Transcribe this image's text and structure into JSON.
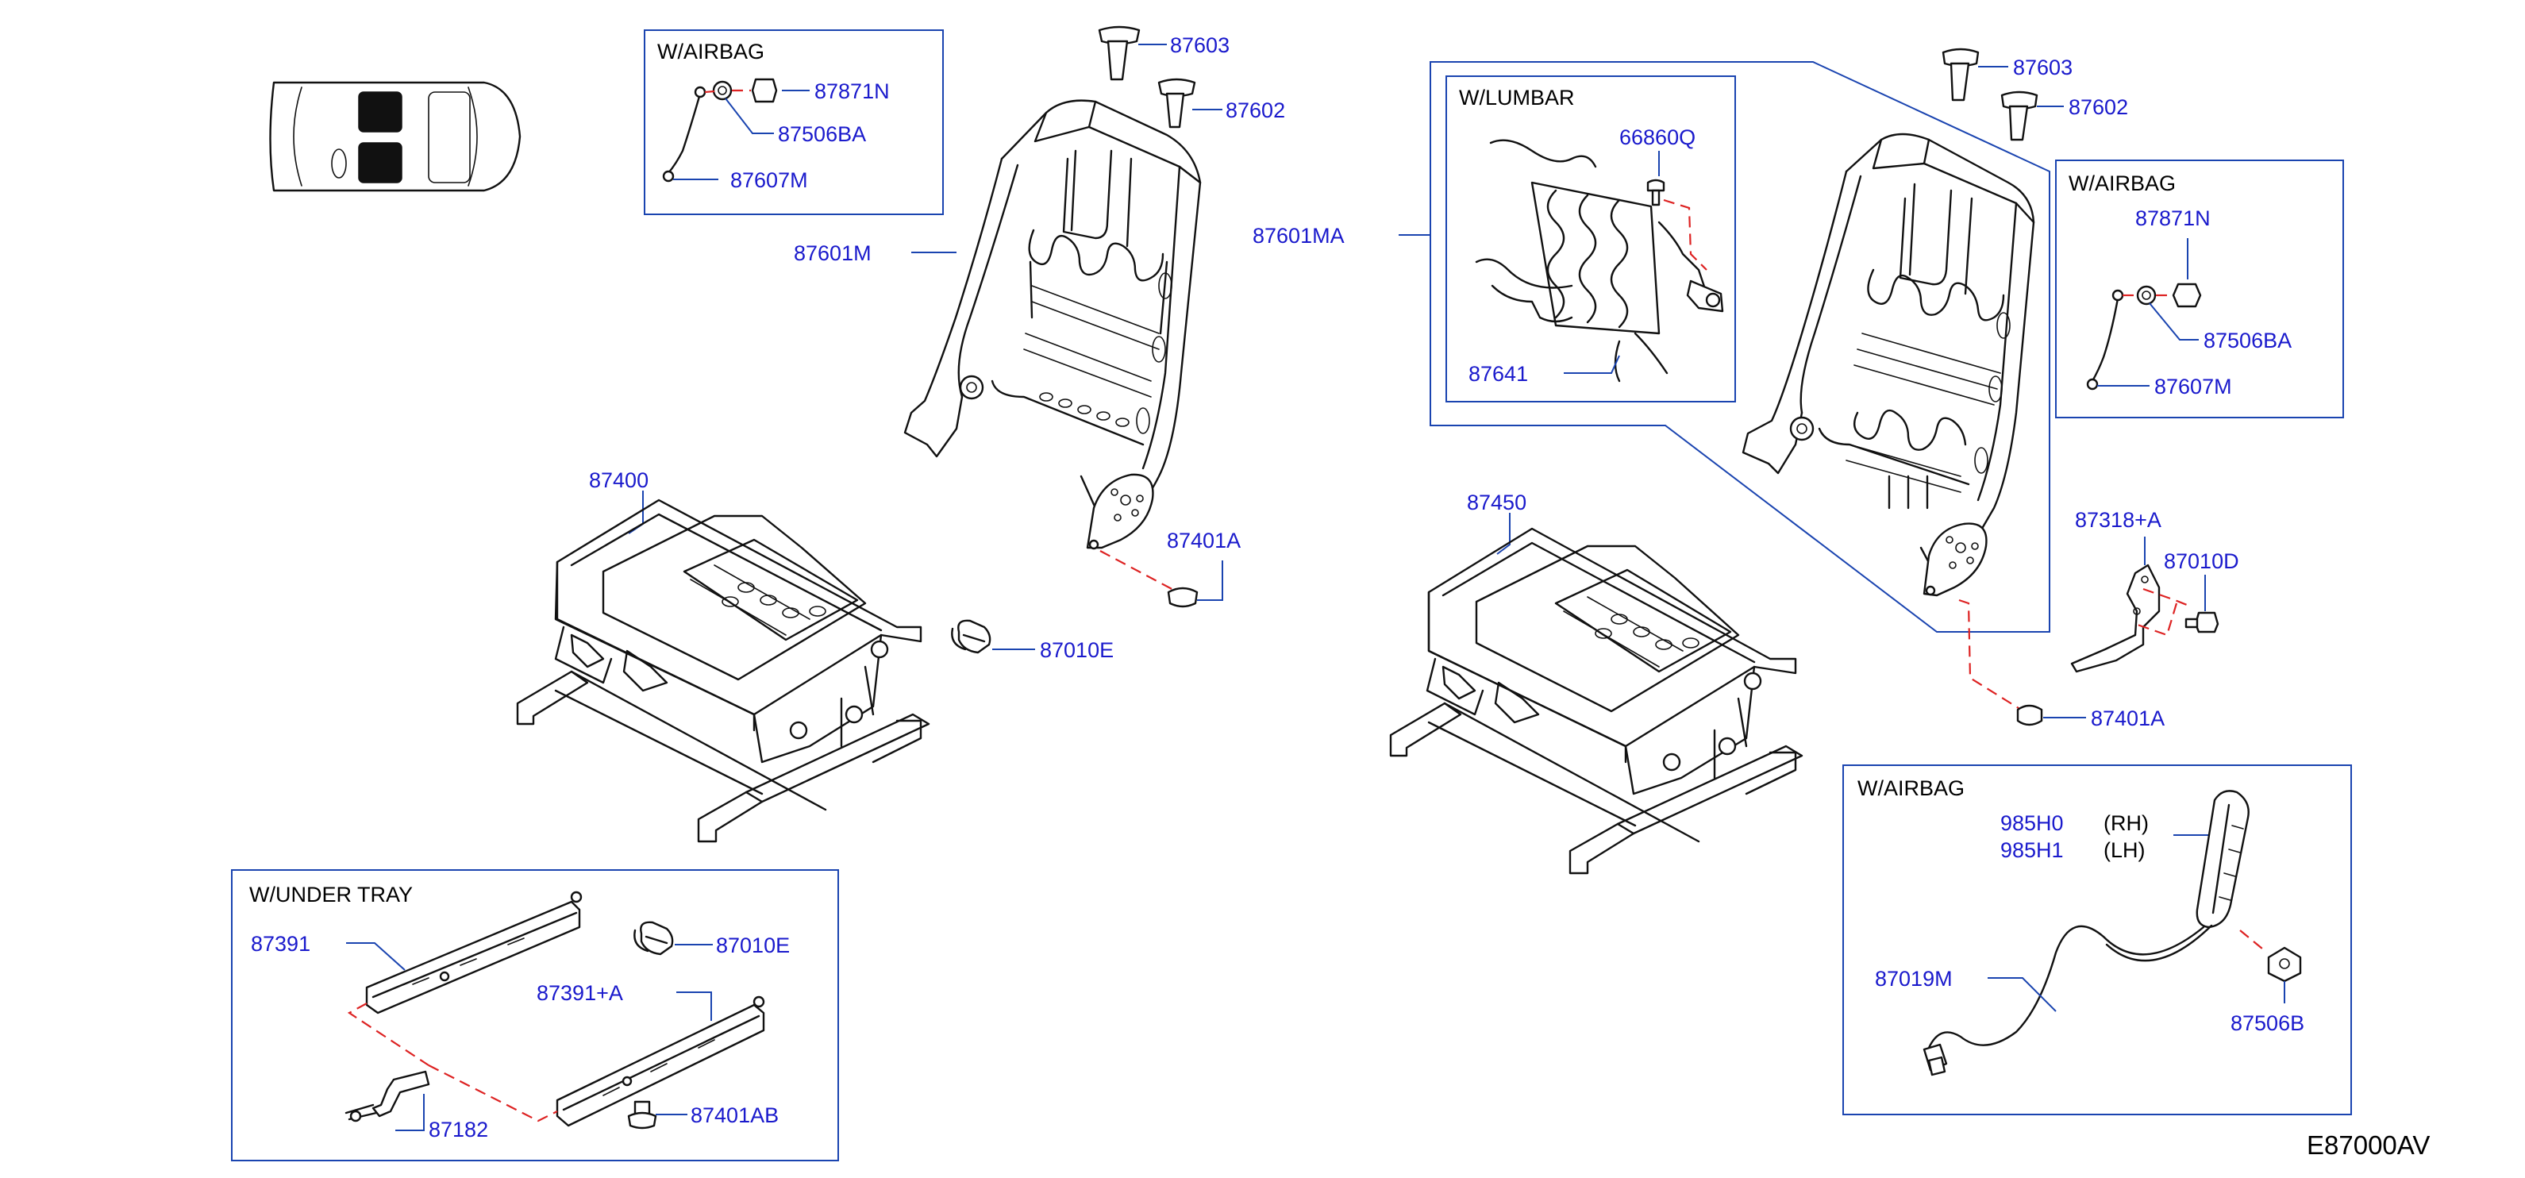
{
  "diagram_code": "E87000AV",
  "boxes": {
    "airbag_top": "W/AIRBAG",
    "lumbar": "W/LUMBAR",
    "airbag_right": "W/AIRBAG",
    "airbag_bottom": "W/AIRBAG",
    "under_tray": "W/UNDER   TRAY"
  },
  "parts": {
    "p87603_left": "87603",
    "p87602_left": "87602",
    "p87871N_left": "87871N",
    "p87506BA_left": "87506BA",
    "p87607M_left": "87607M",
    "p87601M": "87601M",
    "p87400": "87400",
    "p87401A_left": "87401A",
    "p87010E_mid": "87010E",
    "p87603_right": "87603",
    "p87602_right": "87602",
    "p66860Q": "66860Q",
    "p87641": "87641",
    "p87601MA": "87601MA",
    "p87871N_right": "87871N",
    "p87506BA_right": "87506BA",
    "p87607M_right": "87607M",
    "p87450": "87450",
    "p87318A": "87318+A",
    "p87010D": "87010D",
    "p87401A_right": "87401A",
    "p985H0": "985H0",
    "p985H0_side": "(RH)",
    "p985H1": "985H1",
    "p985H1_side": "(LH)",
    "p87019M": "87019M",
    "p87506B": "87506B",
    "p87391": "87391",
    "p87010E_tray": "87010E",
    "p87391A": "87391+A",
    "p87401AB": "87401AB",
    "p87182": "87182"
  }
}
